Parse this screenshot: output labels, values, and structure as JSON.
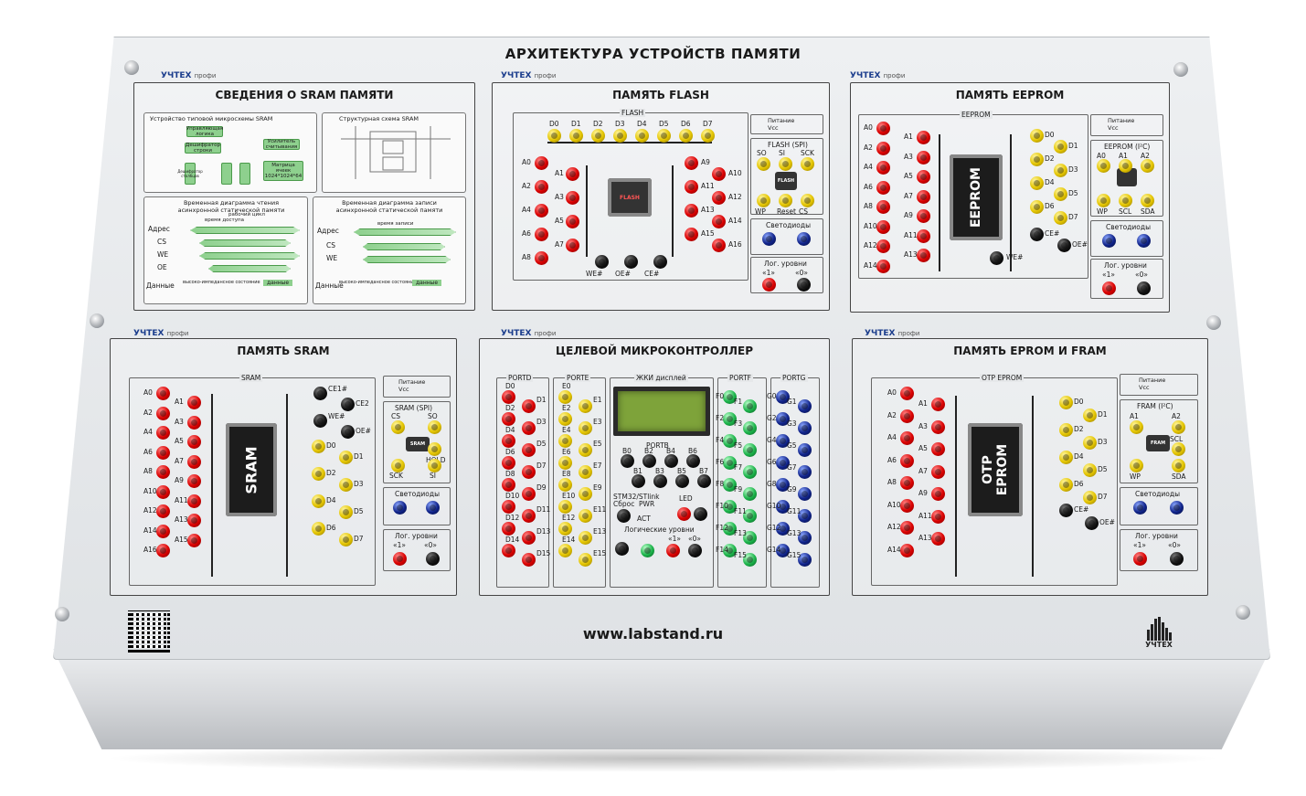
{
  "title": "АРХИТЕКТУРА УСТРОЙСТВ ПАМЯТИ",
  "website": "www.labstand.ru",
  "brand": {
    "name": "УЧТЕХ",
    "tagline": "профи"
  },
  "modules": {
    "sram_info": {
      "title": "СВЕДЕНИЯ О SRAM ПАМЯТИ",
      "diagram1": "Устройство типовой микросхемы SRAM",
      "diagram2": "Структурная схема SRAM",
      "diagram3": "Временная диаграмма чтения асинхронной статической памяти",
      "diagram4": "Временная диаграмма записи асинхронной статической памяти",
      "signals": [
        "Адрес",
        "CS",
        "WE",
        "OE",
        "Данные"
      ],
      "blocks": [
        "Управляющая логика",
        "Дешифратор строки",
        "Усилитель считывания",
        "Матрица ячеек 1024*1024*64",
        "Дешифратор столбцов"
      ],
      "cycle_read": "рабочий цикл",
      "access_time": "время доступа",
      "write_time": "время записи",
      "data": "данные",
      "hiz": "высоко-импедансное состояние"
    },
    "flash": {
      "title": "ПАМЯТЬ FLASH",
      "bus_label": "FLASH",
      "data_pins": [
        "D0",
        "D1",
        "D2",
        "D3",
        "D4",
        "D5",
        "D6",
        "D7"
      ],
      "addr_left": [
        "A0",
        "A2",
        "A4",
        "A6",
        "A8"
      ],
      "addr_left2": [
        "A1",
        "A3",
        "A5",
        "A7"
      ],
      "addr_right": [
        "A9",
        "A11",
        "A13",
        "A15"
      ],
      "addr_right2": [
        "A10",
        "A12",
        "A14",
        "A16"
      ],
      "ctrl": [
        "WE#",
        "OE#",
        "CE#"
      ],
      "power": "Питание Vcc",
      "spi_title": "FLASH (SPI)",
      "spi_pins": [
        "SO",
        "SI",
        "SCK",
        "WP",
        "Reset",
        "CS"
      ],
      "chip": "FLASH",
      "leds": "Светодиоды",
      "levels": "Лог. уровни",
      "level_pins": [
        "«1»",
        "«0»"
      ]
    },
    "eeprom": {
      "title": "ПАМЯТЬ EEPROM",
      "bus_label": "EEPROM",
      "addr_left": [
        "A0",
        "A2",
        "A4",
        "A6",
        "A8",
        "A10",
        "A12",
        "A14"
      ],
      "addr_left2": [
        "A1",
        "A3",
        "A5",
        "A7",
        "A9",
        "A11",
        "A13"
      ],
      "data_left": [
        "D0",
        "D2",
        "D4",
        "D6"
      ],
      "data_right": [
        "D1",
        "D3",
        "D5",
        "D7"
      ],
      "ctrl": [
        "CE#",
        "OE#",
        "WE#"
      ],
      "chip": "EEPROM",
      "power": "Питание Vcc",
      "i2c_title": "EEPROM (I²C)",
      "i2c_pins": [
        "A0",
        "A1",
        "A2",
        "WP",
        "SCL",
        "SDA"
      ],
      "leds": "Светодиоды",
      "levels": "Лог. уровни",
      "level_pins": [
        "«1»",
        "«0»"
      ]
    },
    "sram": {
      "title": "ПАМЯТЬ SRAM",
      "bus_label": "SRAM",
      "addr_left": [
        "A0",
        "A2",
        "A4",
        "A6",
        "A8",
        "A10",
        "A12",
        "A14",
        "A16"
      ],
      "addr_left2": [
        "A1",
        "A3",
        "A5",
        "A7",
        "A9",
        "A11",
        "A13",
        "A15"
      ],
      "ctrl": [
        "CE1#",
        "CE2",
        "WE#",
        "OE#"
      ],
      "data_left": [
        "D0",
        "D2",
        "D4",
        "D6"
      ],
      "data_right": [
        "D1",
        "D3",
        "D5",
        "D7"
      ],
      "chip": "SRAM",
      "power": "Питание Vcc",
      "spi_title": "SRAM (SPI)",
      "spi_pins": [
        "CS",
        "SO",
        "HOLD",
        "SCK",
        "SI"
      ],
      "spi_chip": "SRAM",
      "leds": "Светодиоды",
      "levels": "Лог. уровни",
      "level_pins": [
        "«1»",
        "«0»"
      ]
    },
    "mcu": {
      "title": "ЦЕЛЕВОЙ МИКРОКОНТРОЛЛЕР",
      "ports": [
        "PORTD",
        "PORTE",
        "ЖКИ дисплей",
        "PORTF",
        "PORTG"
      ],
      "portb": "PORTB",
      "portb_top": [
        "B0",
        "B2",
        "B4",
        "B6"
      ],
      "portb_bottom": [
        "B1",
        "B3",
        "B5",
        "B7"
      ],
      "stlink": "STM32/STlink",
      "reset": "Сброс",
      "pwr": "PWR",
      "act": "ACT",
      "led": "LED",
      "levels": "Логические уровни",
      "level_pins": [
        "«1»",
        "«0»"
      ],
      "portd_a": [
        "D0",
        "D2",
        "D4",
        "D6",
        "D8",
        "D10",
        "D12",
        "D14"
      ],
      "portd_b": [
        "D1",
        "D3",
        "D5",
        "D7",
        "D9",
        "D11",
        "D13",
        "D15"
      ],
      "porte_a": [
        "E0",
        "E2",
        "E4",
        "E6",
        "E8",
        "E10",
        "E12",
        "E14"
      ],
      "porte_b": [
        "E1",
        "E3",
        "E5",
        "E7",
        "E9",
        "E11",
        "E13",
        "E15"
      ],
      "portf_a": [
        "F1",
        "F3",
        "F5",
        "F7",
        "F9",
        "F11",
        "F13",
        "F15"
      ],
      "portf_b": [
        "F0",
        "F2",
        "F4",
        "F6",
        "F8",
        "F10",
        "F12",
        "F14"
      ],
      "portg_a": [
        "G1",
        "G3",
        "G5",
        "G7",
        "G9",
        "G11",
        "G13",
        "G15"
      ],
      "portg_b": [
        "G0",
        "G2",
        "G4",
        "G6",
        "G8",
        "G10",
        "G12",
        "G14"
      ]
    },
    "eprom_fram": {
      "title": "ПАМЯТЬ EPROM И FRAM",
      "bus_label": "OTP EPROM",
      "addr_left": [
        "A0",
        "A2",
        "A4",
        "A6",
        "A8",
        "A10",
        "A12",
        "A14"
      ],
      "addr_left2": [
        "A1",
        "A3",
        "A5",
        "A7",
        "A9",
        "A11",
        "A13"
      ],
      "data_left": [
        "D0",
        "D2",
        "D4",
        "D6"
      ],
      "data_right": [
        "D1",
        "D3",
        "D5",
        "D7"
      ],
      "ctrl": [
        "CE#",
        "OE#"
      ],
      "chip": "OTP EPROM",
      "power": "Питание Vcc",
      "i2c_title": "FRAM (I²C)",
      "i2c_pins": [
        "A1",
        "A2",
        "SCL",
        "WP",
        "SDA"
      ],
      "fram_chip": "FRAM",
      "leds": "Светодиоды",
      "levels": "Лог. уровни",
      "level_pins": [
        "«1»",
        "«0»"
      ]
    }
  }
}
